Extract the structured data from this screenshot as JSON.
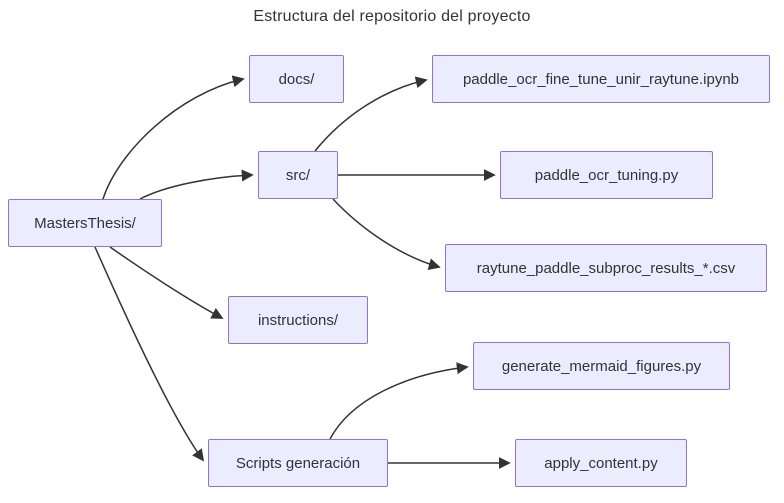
{
  "title": "Estructura del repositorio del proyecto",
  "diagram": {
    "type": "flowchart-lr",
    "colors": {
      "node_fill": "#ECECFF",
      "node_border": "#9370DB",
      "edge": "#333333",
      "text": "#333333",
      "background": "#FFFFFF"
    },
    "nodes": {
      "root": {
        "label": "MastersThesis/"
      },
      "docs": {
        "label": "docs/"
      },
      "src": {
        "label": "src/"
      },
      "instructions": {
        "label": "instructions/"
      },
      "scripts": {
        "label": "Scripts generación"
      },
      "ipynb": {
        "label": "paddle_ocr_fine_tune_unir_raytune.ipynb"
      },
      "tuning": {
        "label": "paddle_ocr_tuning.py"
      },
      "csv": {
        "label": "raytune_paddle_subproc_results_*.csv"
      },
      "genfig": {
        "label": "generate_mermaid_figures.py"
      },
      "apply": {
        "label": "apply_content.py"
      }
    },
    "edges": [
      {
        "from": "MastersThesis/",
        "to": "docs/"
      },
      {
        "from": "MastersThesis/",
        "to": "src/"
      },
      {
        "from": "MastersThesis/",
        "to": "instructions/"
      },
      {
        "from": "MastersThesis/",
        "to": "Scripts generación"
      },
      {
        "from": "src/",
        "to": "paddle_ocr_fine_tune_unir_raytune.ipynb"
      },
      {
        "from": "src/",
        "to": "paddle_ocr_tuning.py"
      },
      {
        "from": "src/",
        "to": "raytune_paddle_subproc_results_*.csv"
      },
      {
        "from": "Scripts generación",
        "to": "generate_mermaid_figures.py"
      },
      {
        "from": "Scripts generación",
        "to": "apply_content.py"
      }
    ]
  }
}
